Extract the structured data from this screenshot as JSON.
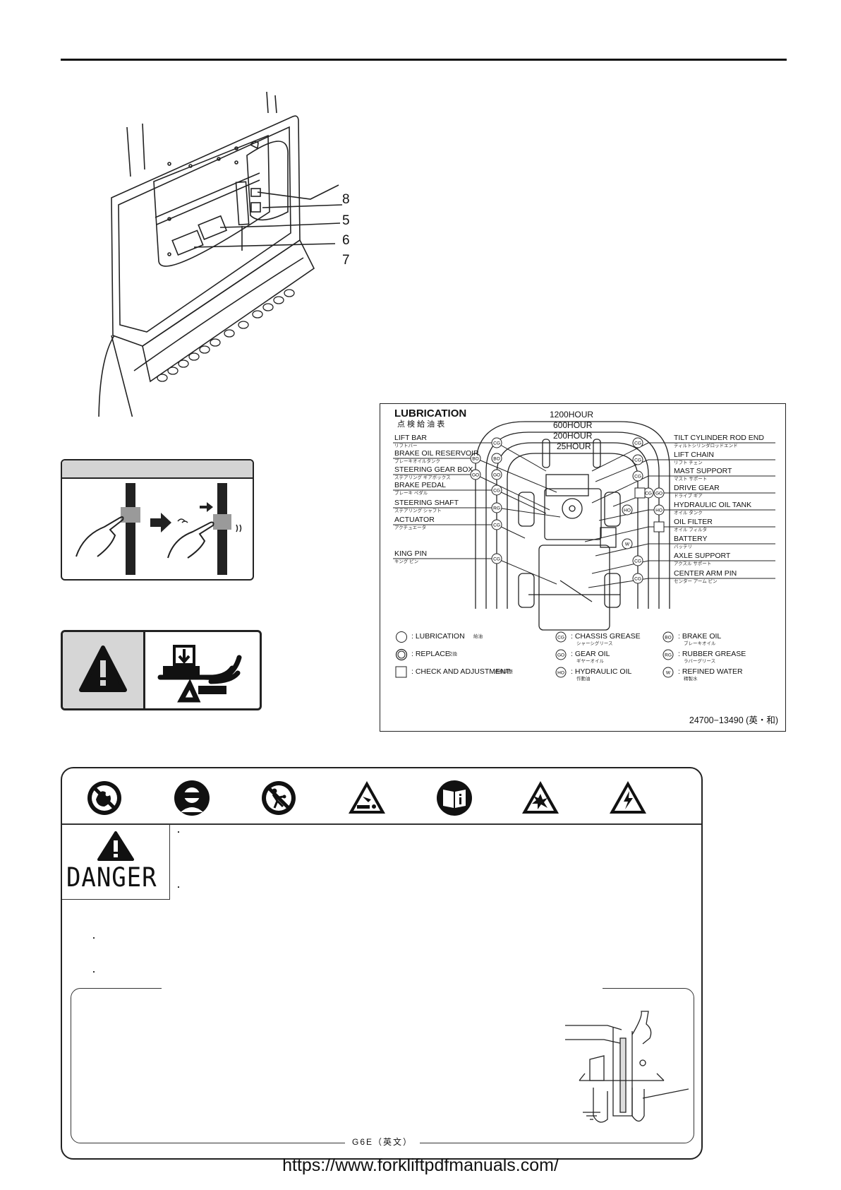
{
  "callouts": [
    "8",
    "5",
    "6",
    "7"
  ],
  "lubrication": {
    "title": "LUBRICATION",
    "title_jp": "点 検 給 油 表",
    "intervals": [
      "1200HOUR",
      "600HOUR",
      "200HOUR",
      "25HOUR"
    ],
    "left_labels": [
      {
        "en": "LIFT BAR",
        "jp": "リフトバー",
        "code": "CG"
      },
      {
        "en": "BRAKE OIL RESERVOIR",
        "jp": "ブレーキオイルタンク",
        "code": "BO"
      },
      {
        "en": "STEERING GEAR BOX",
        "jp": "ステアリング ギアボックス",
        "code": "GO"
      },
      {
        "en": "BRAKE PEDAL",
        "jp": "ブレーキ ペダル",
        "code": "CG"
      },
      {
        "en": "STEERING SHAFT",
        "jp": "ステアリング シャフト",
        "code": "RG"
      },
      {
        "en": "ACTUATOR",
        "jp": "アクチュエータ",
        "code": "CG"
      },
      {
        "en": "KING PIN",
        "jp": "キング ピン",
        "code": "CG"
      }
    ],
    "right_labels": [
      {
        "en": "TILT CYLINDER ROD END",
        "jp": "ティルトシリンダロッドエンド",
        "code": "CG"
      },
      {
        "en": "LIFT CHAIN",
        "jp": "リフト チェン",
        "code": "CG"
      },
      {
        "en": "MAST SUPPORT",
        "jp": "マスト サポート",
        "code": "CG"
      },
      {
        "en": "DRIVE GEAR",
        "jp": "ドライブ ギア",
        "code": "GO"
      },
      {
        "en": "HYDRAULIC OIL TANK",
        "jp": "オイル タンク",
        "code": "HO"
      },
      {
        "en": "OIL FILTER",
        "jp": "オイル フィルタ",
        "code": ""
      },
      {
        "en": "BATTERY",
        "jp": "バッテリ",
        "code": "W"
      },
      {
        "en": "AXLE SUPPORT",
        "jp": "アクスル サポート",
        "code": "CG"
      },
      {
        "en": "CENTER ARM PIN",
        "jp": "センター アーム ピン",
        "code": "CG"
      }
    ],
    "legend": [
      {
        "sym": "circle",
        "text": ": LUBRICATION",
        "jp": "給油"
      },
      {
        "sym": "double",
        "text": ": REPLACE",
        "jp": "交換"
      },
      {
        "sym": "square",
        "text": ": CHECK AND ADJUSTMENT",
        "jp": "点検調整"
      },
      {
        "sym": "CG",
        "text": ": CHASSIS GREASE",
        "jp": "シャーシグリース"
      },
      {
        "sym": "GO",
        "text": ": GEAR OIL",
        "jp": "ギヤーオイル"
      },
      {
        "sym": "HO",
        "text": ": HYDRAULIC OIL",
        "jp": "作動油"
      },
      {
        "sym": "BO",
        "text": ": BRAKE OIL",
        "jp": "ブレーキオイル"
      },
      {
        "sym": "RG",
        "text": ": RUBBER GREASE",
        "jp": "ラバーグリース"
      },
      {
        "sym": "W",
        "text": ": REFINED WATER",
        "jp": "精製水"
      }
    ],
    "part_number": "24700−13490 (英・和)"
  },
  "danger": {
    "word": "DANGER",
    "bullets": [
      "・",
      "・",
      "・",
      "・"
    ],
    "code": "G6E（英文）",
    "icons": [
      "no-fire-icon",
      "eye-protection-icon",
      "keep-children-away-icon",
      "acid-burn-icon",
      "read-manual-icon",
      "explosion-icon",
      "electric-shock-icon"
    ]
  },
  "footer_url": "https://www.forkliftpdfmanuals.com/"
}
